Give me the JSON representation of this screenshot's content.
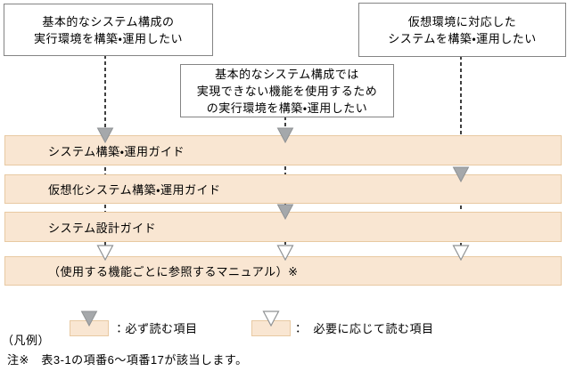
{
  "diagram": {
    "colors": {
      "bar_fill": "#f9e6d2",
      "bar_border": "#e8c9a2",
      "arrow_fill": "#a5a8ab",
      "arrow_stroke": "#8f9294",
      "dash_color": "#3f3f3f",
      "box_border": "#848484",
      "background": "#ffffff",
      "text": "#000000"
    },
    "need_boxes": [
      {
        "id": "basic",
        "label": "基本的なシステム構成の\n実行環境を構築・運用したい"
      },
      {
        "id": "advanced",
        "label": "基本的なシステム構成では\n実現できない機能を使用するため\nの実行環境を構築・運用したい"
      },
      {
        "id": "virtual",
        "label": "仮想環境に対応した\nシステムを構築・運用したい"
      }
    ],
    "manual_bars": [
      {
        "id": "system-construction",
        "label": "システム構築・運用ガイド"
      },
      {
        "id": "virtualization",
        "label": "仮想化システム構築・運用ガイド"
      },
      {
        "id": "system-design",
        "label": "システム設計ガイド"
      },
      {
        "id": "function-manuals",
        "label": "（使用する機能ごとに参照するマニュアル）※"
      }
    ],
    "flows": [
      {
        "from": "basic",
        "arrows": [
          {
            "bar": 0,
            "type": "must"
          },
          {
            "bar": 3,
            "type": "optional"
          }
        ]
      },
      {
        "from": "advanced",
        "arrows": [
          {
            "bar": 0,
            "type": "must"
          },
          {
            "bar": 2,
            "type": "must"
          },
          {
            "bar": 3,
            "type": "optional"
          }
        ]
      },
      {
        "from": "virtual",
        "arrows": [
          {
            "bar": 1,
            "type": "must"
          },
          {
            "bar": 3,
            "type": "optional"
          }
        ]
      }
    ],
    "legend": {
      "title": "（凡例）",
      "items": [
        {
          "type": "must",
          "label": "：必ず読む項目"
        },
        {
          "type": "optional",
          "label": "：　必要に応じて読む項目"
        }
      ]
    },
    "note": "注※　表3-1の項番6〜項番17が該当します。"
  }
}
